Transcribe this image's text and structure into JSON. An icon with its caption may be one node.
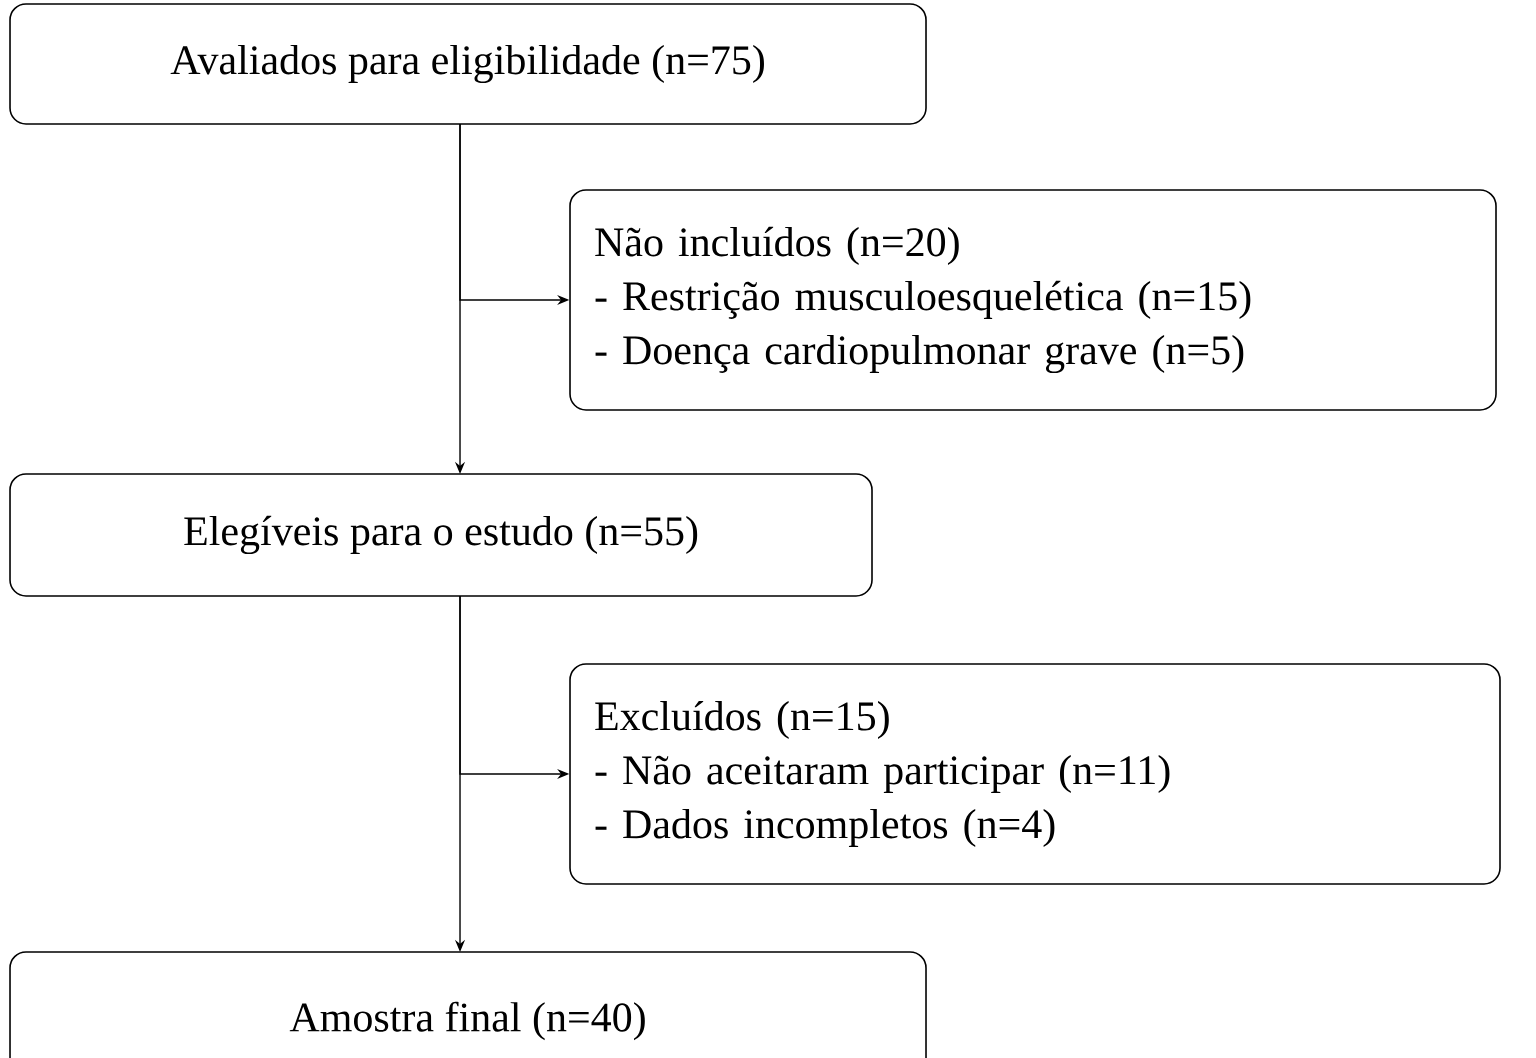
{
  "diagram": {
    "nodes": [
      {
        "text": [
          "Avaliados para eligibilidade (n=75)"
        ]
      },
      {
        "text": [
          "Não incluídos (n=20)",
          "- Restrição musculoesquelética (n=15)",
          "- Doença cardiopulmonar grave (n=5)"
        ]
      },
      {
        "text": [
          "Elegíveis para o estudo (n=55)"
        ]
      },
      {
        "text": [
          "Excluídos (n=15)",
          "- Não aceitaram participar (n=11)",
          "- Dados incompletos (n=4)"
        ]
      },
      {
        "text": [
          "Amostra final (n=40)"
        ]
      }
    ],
    "edges": [
      {
        "from": 0,
        "to": 1,
        "arrow": "to"
      },
      {
        "from": 0,
        "to": 2,
        "arrow": "to"
      },
      {
        "from": 2,
        "to": 3,
        "arrow": "to"
      },
      {
        "from": 2,
        "to": 4,
        "arrow": "to"
      }
    ]
  }
}
